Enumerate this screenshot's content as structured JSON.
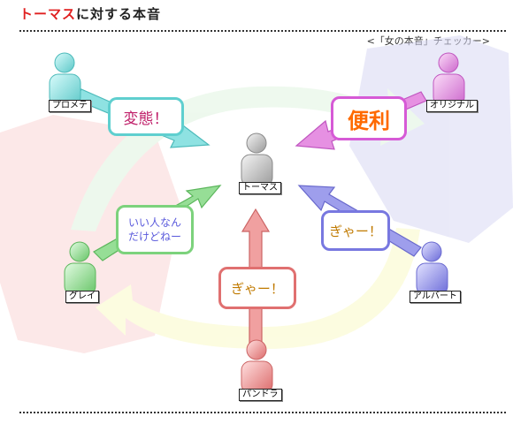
{
  "title": {
    "accent": "トーマス",
    "rest": "に対する本音"
  },
  "subtitle": "<「女の本音」チェッカー>",
  "center": {
    "label": "トーマス"
  },
  "people": [
    {
      "id": "puromete",
      "label": "プロメテ",
      "color": "#6fd6d6"
    },
    {
      "id": "original",
      "label": "オリジナル",
      "color": "#dc7cd6"
    },
    {
      "id": "gurei",
      "label": "グレイ",
      "color": "#7ed27e"
    },
    {
      "id": "albert",
      "label": "アルバート",
      "color": "#8a8ae8"
    },
    {
      "id": "pandora",
      "label": "パンドラ",
      "color": "#e87a7a"
    }
  ],
  "bubbles": [
    {
      "id": "puromete",
      "lines": [
        "変態！"
      ],
      "text_color": "#c0206a",
      "border": "#5fcfcf"
    },
    {
      "id": "original",
      "lines": [
        "便利"
      ],
      "text_color": "#ff6a00",
      "border": "#d65ad6"
    },
    {
      "id": "gurei",
      "lines": [
        "いい人なん",
        "だけどねー"
      ],
      "text_color": "#5a5adc",
      "border": "#7cd27c"
    },
    {
      "id": "albert",
      "lines": [
        "ぎゃー！"
      ],
      "text_color": "#c07a00",
      "border": "#7878e0"
    },
    {
      "id": "pandora",
      "lines": [
        "ぎゃー！"
      ],
      "text_color": "#c07a00",
      "border": "#e07070"
    }
  ]
}
